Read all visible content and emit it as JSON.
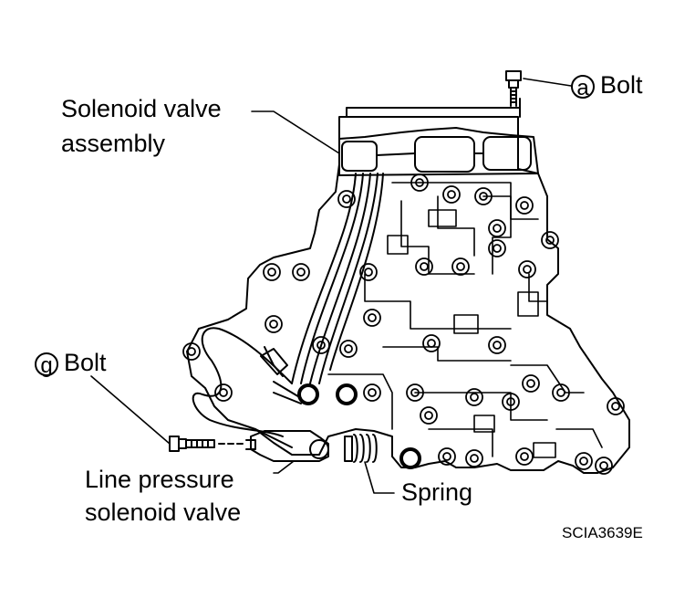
{
  "labels": {
    "bolt_a_marker": "a",
    "bolt_a": "Bolt",
    "solenoid_line1": "Solenoid valve",
    "solenoid_line2": "assembly",
    "bolt_g_marker": "g",
    "bolt_g": "Bolt",
    "line_pressure_line1": "Line pressure",
    "line_pressure_line2": "solenoid valve",
    "spring": "Spring"
  },
  "figure_code": "SCIA3639E",
  "colors": {
    "ink": "#000000",
    "paper": "#ffffff"
  }
}
